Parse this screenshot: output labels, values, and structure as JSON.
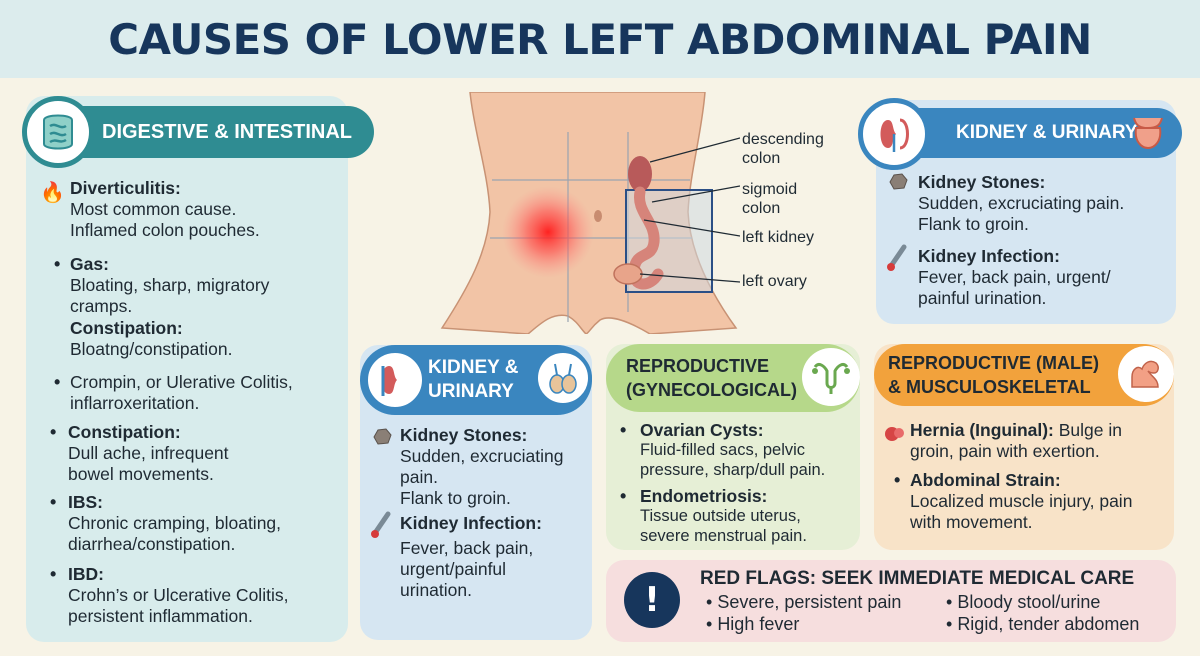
{
  "title": "CAUSES OF LOWER LEFT ABDOMINAL PAIN",
  "colors": {
    "digestive": "#2f8c92",
    "kidney": "#3a86bf",
    "reproductive": "#b6d88a",
    "male": "#f2a23c",
    "redflag": "#17365c"
  },
  "anatomy_labels": {
    "descending": "descending colon",
    "sigmoid": "sigmoid colon",
    "kidney": "left kidney",
    "ovary": "left ovary"
  },
  "digestive": {
    "heading": "DIGESTIVE & INTESTINAL",
    "icon": "intestines-icon",
    "items": [
      {
        "title": "Diverticulitis:",
        "lines": [
          "Most common cause.",
          "Inflamed colon pouches."
        ],
        "icon": "fire-icon"
      },
      {
        "title": "Gas:",
        "lines": [
          "Bloating, sharp, migratory",
          "cramps."
        ]
      },
      {
        "title": "Constipation:",
        "lines": [
          "Bloatng/constipation."
        ]
      },
      {
        "lines": [
          "Crompin, or Ulerative Colitis,",
          "inflarroxeritation."
        ]
      },
      {
        "title": "Constipation:",
        "lines": [
          "Dull ache, infrequent",
          "bowel movements."
        ]
      },
      {
        "title": "IBS:",
        "lines": [
          "Chronic cramping, bloating,",
          "diarrhea/constipation."
        ]
      },
      {
        "title": "IBD:",
        "lines": [
          "Crohn’s or Ulcerative Colitis,",
          "persistent inflammation."
        ]
      }
    ]
  },
  "kidney_top": {
    "heading": "KIDNEY & URINARY",
    "items": [
      {
        "title": "Kidney Stones:",
        "lines": [
          "Sudden, excruciating pain.",
          "Flank to groin."
        ],
        "icon": "stone-icon"
      },
      {
        "title": "Kidney Infection:",
        "lines": [
          "Fever, back pain, urgent/",
          "painful urination."
        ],
        "icon": "thermometer-icon"
      }
    ]
  },
  "kidney_mid": {
    "heading_1": "KIDNEY &",
    "heading_2": "URINARY",
    "items": [
      {
        "title": "Kidney Stones:",
        "lines": [
          "Sudden, excruciating",
          "pain.",
          "Flank to groin."
        ]
      },
      {
        "title": "Kidney Infection:",
        "lines": [
          "Fever, back pain,",
          "urgent/painful",
          "urination."
        ]
      }
    ]
  },
  "repro": {
    "heading_1": "REPRODUCTIVE",
    "heading_2": "(GYNECOLOGICAL)",
    "items": [
      {
        "title": "Ovarian Cysts:",
        "lines": [
          "Fluid-filled sacs, pelvic",
          "pressure, sharp/dull pain."
        ]
      },
      {
        "title": "Endometriosis:",
        "lines": [
          "Tissue outside uterus,",
          "severe menstrual pain."
        ]
      }
    ]
  },
  "male": {
    "heading_1": "REPRODUCTIVE (MALE)",
    "heading_2": "& MUSCULOSKELETAL",
    "items": [
      {
        "title": "Hernia (Inguinal):",
        "rest": " Bulge in",
        "lines": [
          "groin, pain with exertion."
        ]
      },
      {
        "title": "Abdominal Strain:",
        "lines": [
          "Localized muscle injury, pain",
          "with movement."
        ]
      }
    ]
  },
  "redflags": {
    "heading": "RED FLAGS: SEEK IMMEDIATE MEDICAL CARE",
    "items": [
      "Severe, persistent pain",
      "Bloody stool/urine",
      "High fever",
      "Rigid, tender abdomen"
    ]
  }
}
